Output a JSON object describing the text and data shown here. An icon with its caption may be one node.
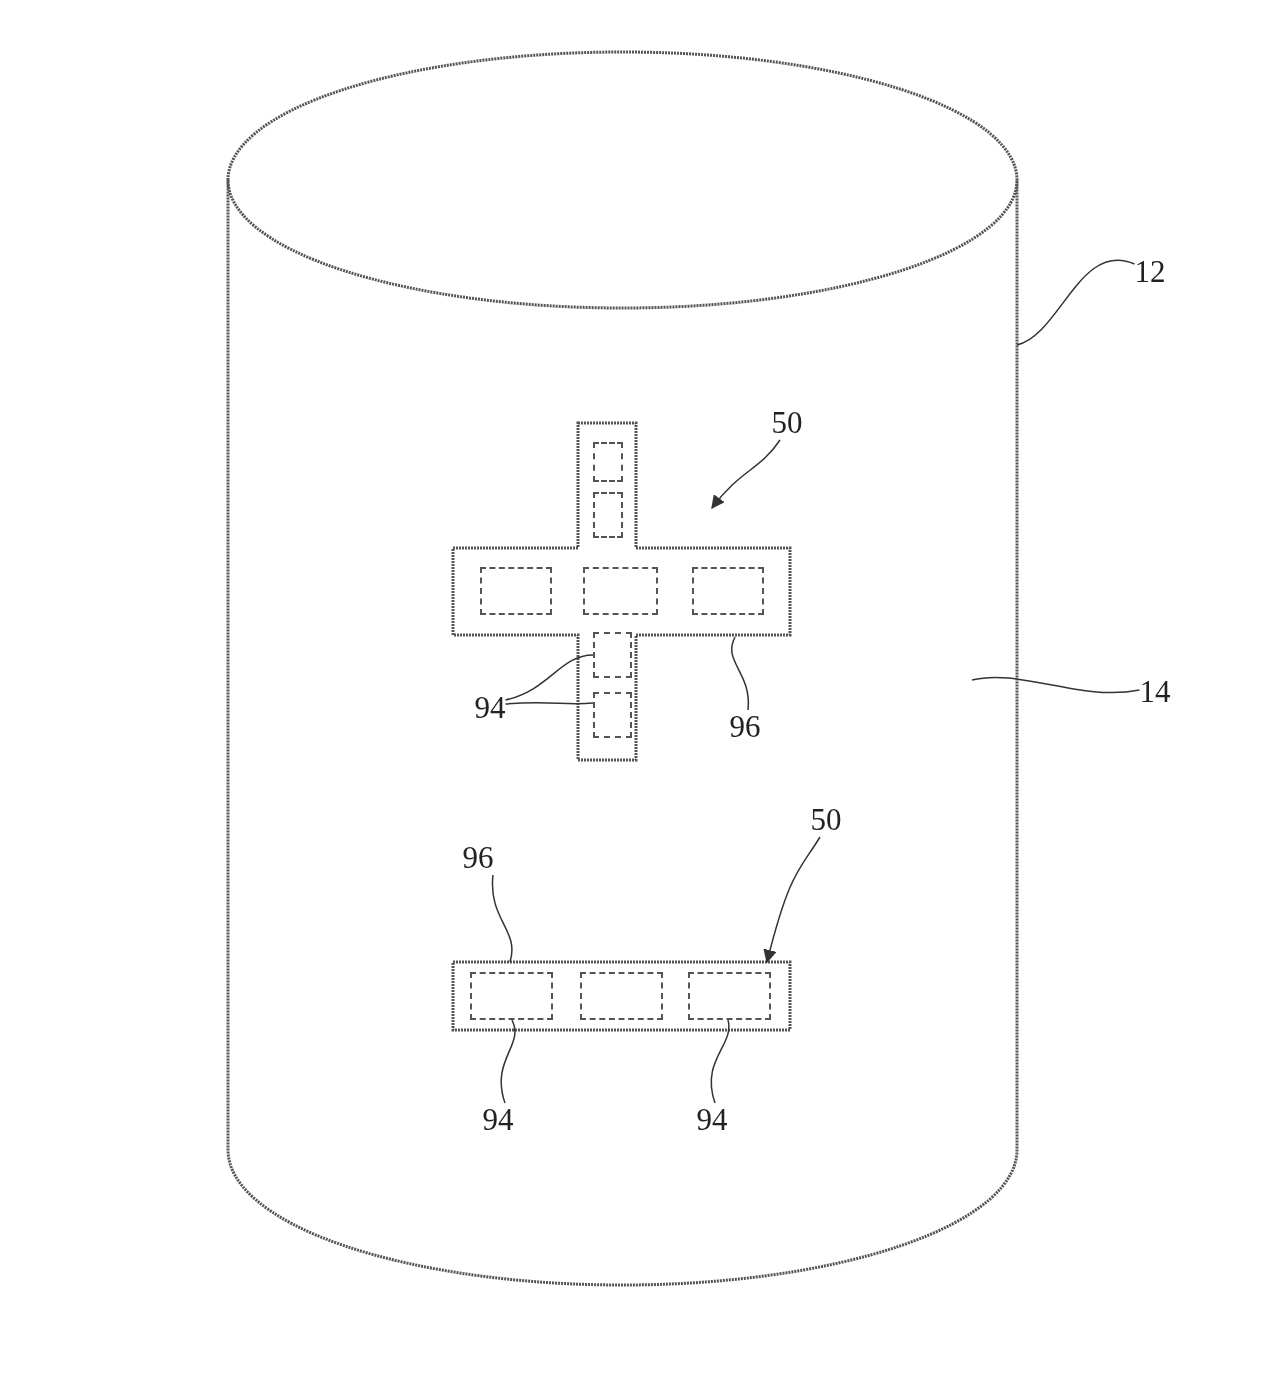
{
  "diagram": {
    "nodes": [
      {
        "text": [],
        "shape": "cylinder"
      },
      {
        "text": [],
        "shape": "cross",
        "in": 0
      },
      {
        "text": [],
        "shape": "box",
        "in": 1
      },
      {
        "text": [],
        "shape": "box",
        "in": 1
      },
      {
        "text": [],
        "shape": "box",
        "in": 1
      },
      {
        "text": [],
        "shape": "box",
        "in": 1
      },
      {
        "text": [],
        "shape": "box",
        "in": 1
      },
      {
        "text": [],
        "shape": "box",
        "in": 1
      },
      {
        "text": [],
        "shape": "box",
        "in": 1
      },
      {
        "text": [],
        "shape": "bar",
        "in": 0
      },
      {
        "text": [],
        "shape": "box",
        "in": 9
      },
      {
        "text": [],
        "shape": "box",
        "in": 9
      },
      {
        "text": [],
        "shape": "box",
        "in": 9
      },
      {
        "text": [
          "12"
        ]
      },
      {
        "text": [
          "50"
        ],
        "in": 0
      },
      {
        "text": [
          "14"
        ]
      },
      {
        "text": [
          "94"
        ],
        "in": 0
      },
      {
        "text": [
          "96"
        ],
        "in": 0
      },
      {
        "text": [
          "50"
        ],
        "in": 0
      },
      {
        "text": [
          "96"
        ],
        "in": 0
      },
      {
        "text": [
          "94"
        ],
        "in": 0
      },
      {
        "text": [
          "94"
        ],
        "in": 0
      }
    ],
    "edges": [
      {
        "from": 13,
        "to": 0,
        "arrow": "none"
      },
      {
        "from": 14,
        "to": 1,
        "arrow": "to"
      },
      {
        "from": 15,
        "to": 0,
        "arrow": "none"
      },
      {
        "from": 16,
        "to": 7,
        "arrow": "none"
      },
      {
        "from": 16,
        "to": 8,
        "arrow": "none"
      },
      {
        "from": 17,
        "to": 1,
        "arrow": "none"
      },
      {
        "from": 18,
        "to": 9,
        "arrow": "to"
      },
      {
        "from": 19,
        "to": 9,
        "arrow": "none"
      },
      {
        "from": 20,
        "to": 10,
        "arrow": "none"
      },
      {
        "from": 21,
        "to": 12,
        "arrow": "none"
      }
    ]
  }
}
